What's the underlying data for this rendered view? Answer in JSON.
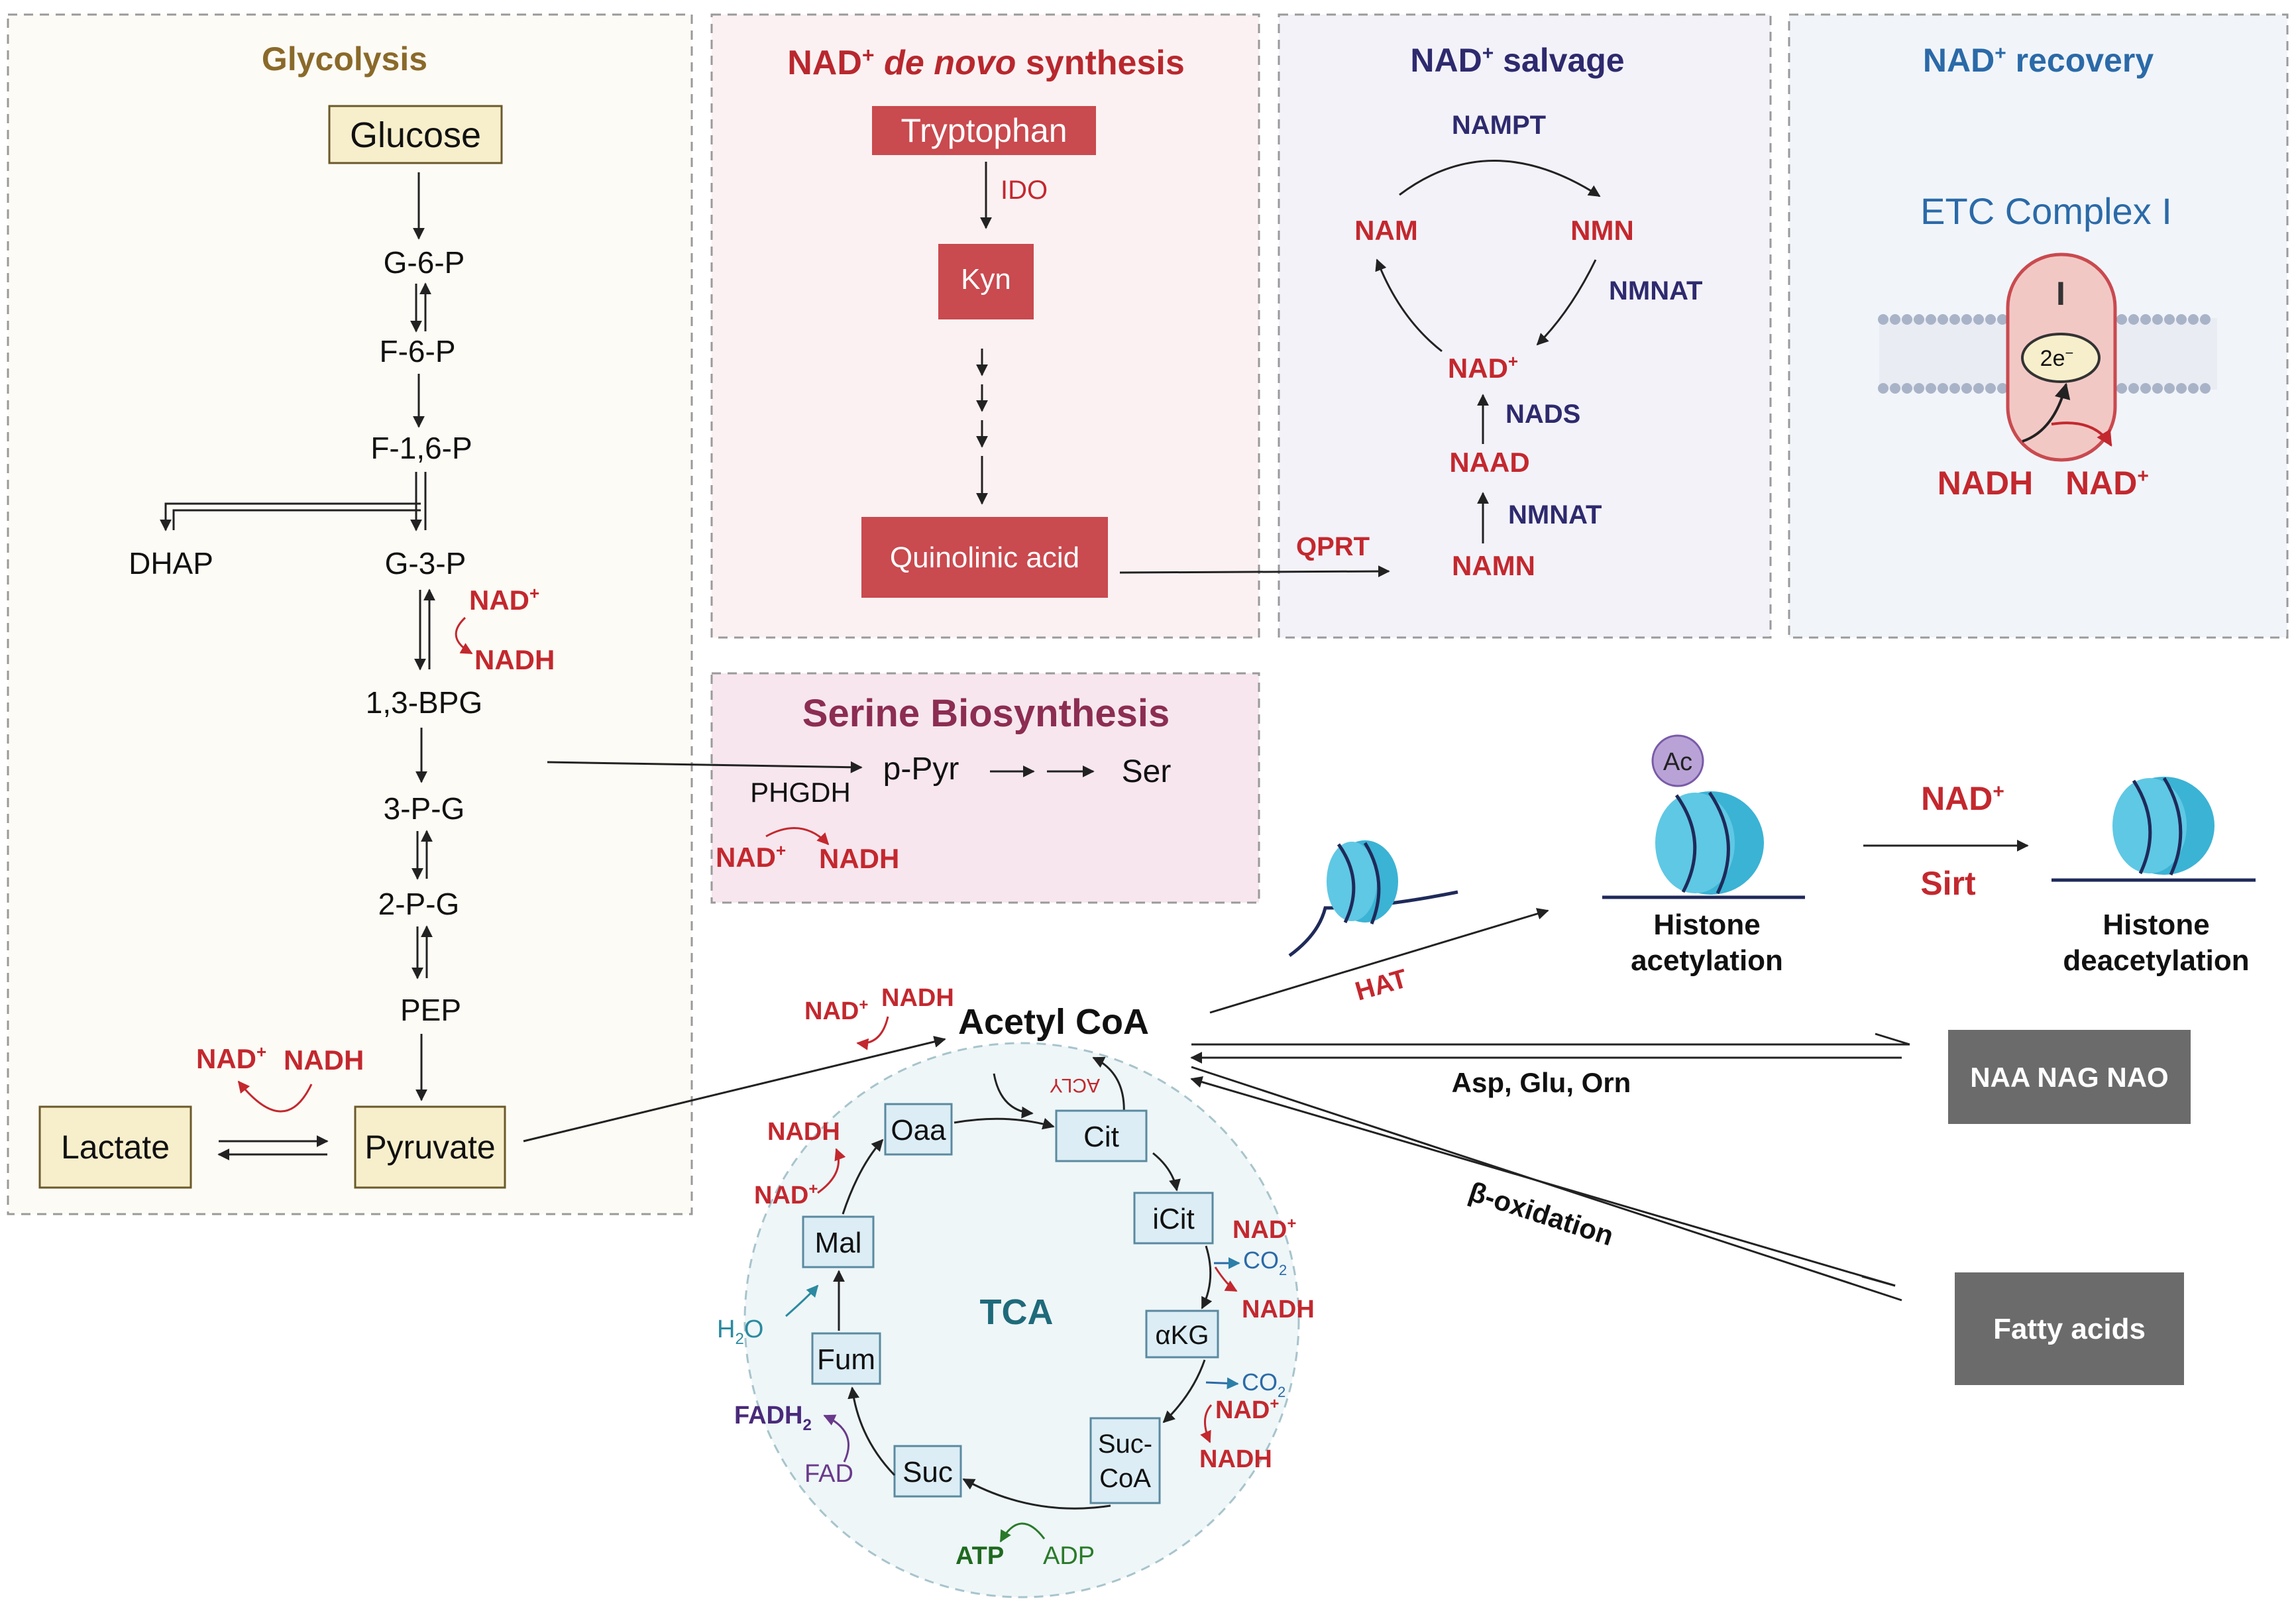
{
  "panels": {
    "glycolysis": {
      "title": "Glycolysis"
    },
    "denovo": {
      "title_prefix": "NAD",
      "title_sup": "+",
      "title_italic": " de novo",
      "title_suffix": " synthesis"
    },
    "salvage": {
      "title_prefix": "NAD",
      "title_sup": "+",
      "title_suffix": " salvage"
    },
    "recovery": {
      "title_prefix": "NAD",
      "title_sup": "+",
      "title_suffix": " recovery"
    },
    "serine": {
      "title": "Serine Biosynthesis"
    }
  },
  "glycolysis": {
    "glucose": "Glucose",
    "g6p": "G-6-P",
    "f6p": "F-6-P",
    "f16p": "F-1,6-P",
    "dhap": "DHAP",
    "g3p": "G-3-P",
    "bpg": "1,3-BPG",
    "p3g": "3-P-G",
    "p2g": "2-P-G",
    "pep": "PEP",
    "pyruvate": "Pyruvate",
    "lactate": "Lactate",
    "nad_g3p": "NAD",
    "nadh_g3p": "NADH",
    "nad_lact": "NAD",
    "nadh_lact": "NADH"
  },
  "denovo": {
    "tryptophan": "Tryptophan",
    "ido": "IDO",
    "kyn": "Kyn",
    "quinolinic": "Quinolinic acid",
    "qprt": "QPRT"
  },
  "salvage": {
    "nampt": "NAMPT",
    "nam": "NAM",
    "nmn": "NMN",
    "nmnat1": "NMNAT",
    "nad": "NAD",
    "nads": "NADS",
    "naad": "NAAD",
    "nmnat2": "NMNAT",
    "namn": "NAMN"
  },
  "recovery": {
    "etc": "ETC Complex I",
    "complex": "I",
    "electrons": "2e",
    "electrons_sup": "−",
    "nadh": "NADH",
    "nad": "NAD"
  },
  "serine": {
    "ppyr": "p-Pyr",
    "ser": "Ser",
    "phgdh": "PHGDH",
    "nad": "NAD",
    "nadh": "NADH"
  },
  "acetyl": {
    "acetylcoa": "Acetyl CoA",
    "nad": "NAD",
    "nadh": "NADH",
    "acly": "ACLY",
    "hat": "HAT",
    "ac": "Ac",
    "histone_acetylation_1": "Histone",
    "histone_acetylation_2": "acetylation",
    "histone_deacetylation_1": "Histone",
    "histone_deacetylation_2": "deacetylation",
    "sirt_nad": "NAD",
    "sirt": "Sirt",
    "amino": "Asp, Glu, Orn",
    "naa": "NAA NAG NAO",
    "boxidation": "β-oxidation",
    "fatty": "Fatty acids"
  },
  "tca": {
    "label": "TCA",
    "oaa": "Oaa",
    "cit": "Cit",
    "icit": "iCit",
    "akg": "αKG",
    "succoa_1": "Suc-",
    "succoa_2": "CoA",
    "suc": "Suc",
    "fum": "Fum",
    "mal": "Mal",
    "nadh_oaa": "NADH",
    "nad_mal": "NAD",
    "h2o": "H",
    "h2o_sub": "2",
    "h2o_end": "O",
    "fadh2": "FADH",
    "fadh2_sub": "2",
    "fad": "FAD",
    "atp": "ATP",
    "adp": "ADP",
    "nad_icit": "NAD",
    "co2_1": "CO",
    "co2_1_sub": "2",
    "nadh_icit": "NADH",
    "co2_2": "CO",
    "co2_2_sub": "2",
    "nad_akg": "NAD",
    "nadh_akg": "NADH"
  },
  "colors": {
    "nad_red": "#c3282e",
    "enzyme_navy": "#2e2a6e",
    "glycolysis_title": "#8a6a2a",
    "denovo_title": "#b8282e",
    "salvage_title": "#2e2a6e",
    "recovery_title": "#2b6aa8",
    "serine_title": "#8c2d52",
    "box_red": "#c94a4f",
    "box_yellow": "#f7efcc",
    "box_grey": "#6b6b6b",
    "tca_box": "#dcedf5",
    "histone": "#3bb3d4"
  }
}
